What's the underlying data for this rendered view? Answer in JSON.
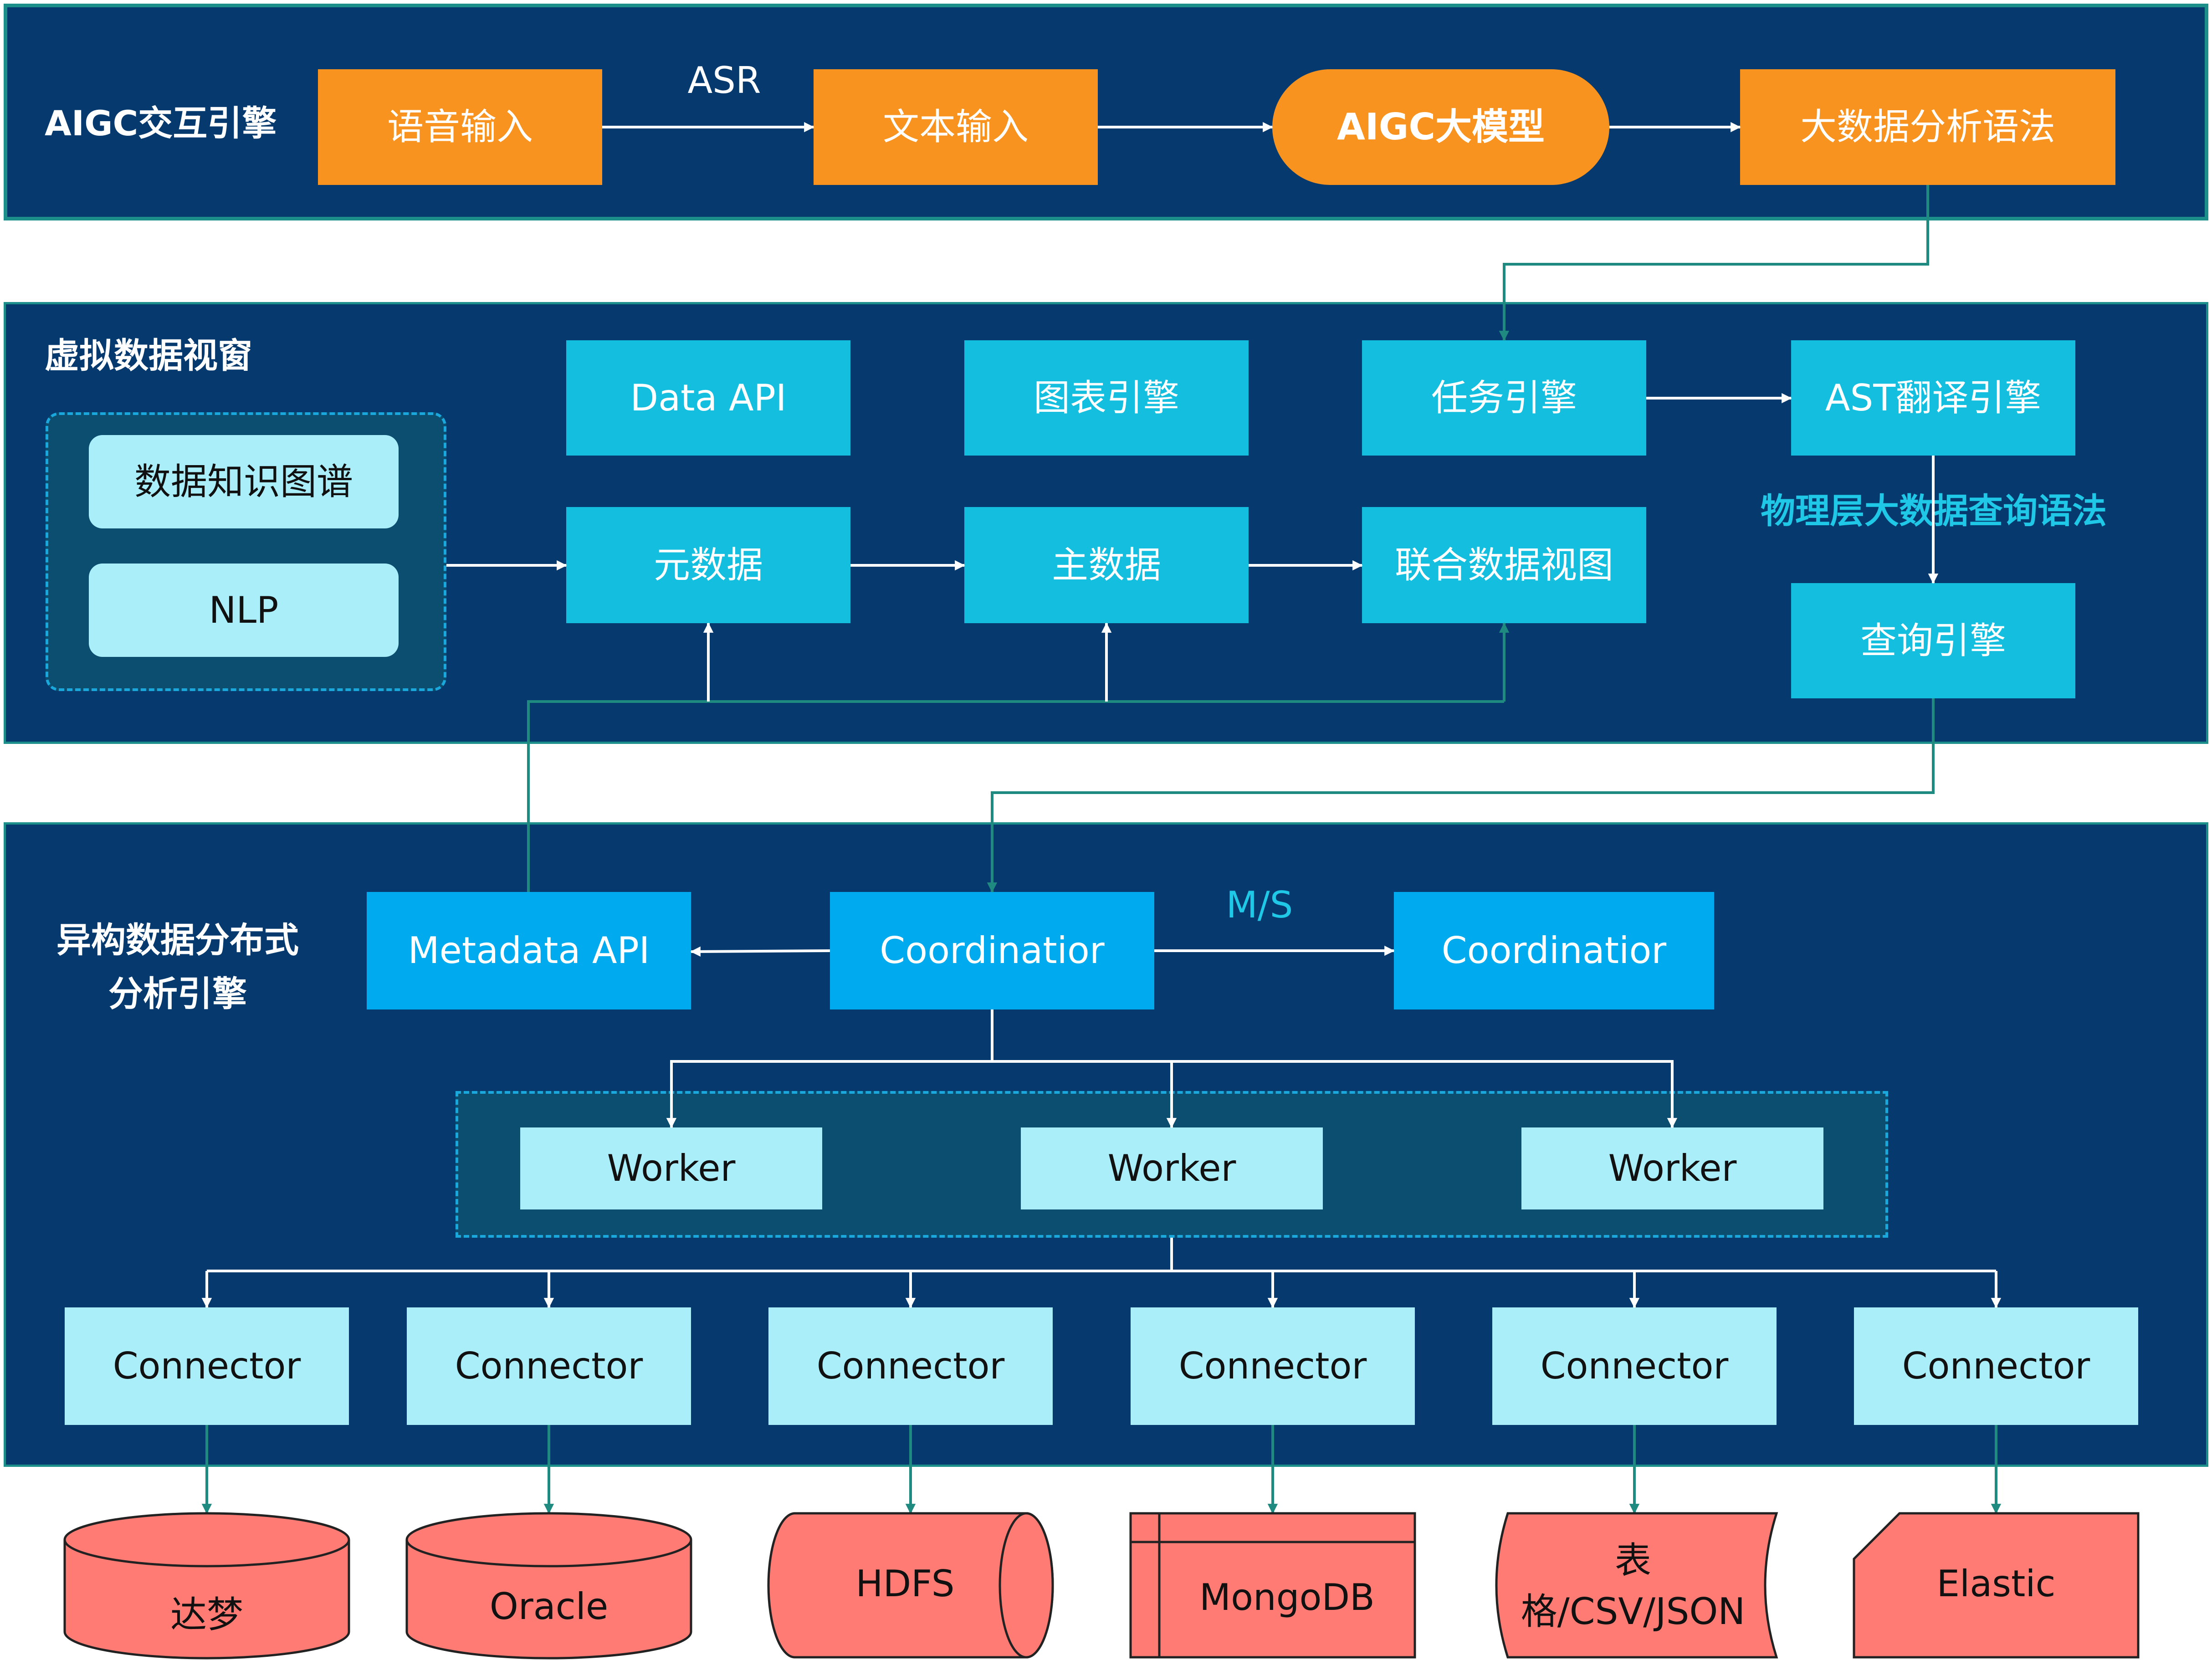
{
  "layers": {
    "aigc": {
      "title": "AIGC交互引擎"
    },
    "virtual": {
      "title": "虚拟数据视窗"
    },
    "distributed": {
      "title_line1": "异构数据分布式",
      "title_line2": "分析引擎"
    }
  },
  "aigc_flow": {
    "voice_input": "语音输入",
    "asr_label": "ASR",
    "text_input": "文本输入",
    "model": "AIGC大模型",
    "bigdata_syntax": "大数据分析语法"
  },
  "virtual_view": {
    "data_api": "Data API",
    "chart_engine": "图表引擎",
    "task_engine": "任务引擎",
    "ast_engine": "AST翻译引擎",
    "knowledge_graph": "数据知识图谱",
    "nlp": "NLP",
    "metadata": "元数据",
    "master_data": "主数据",
    "federated_view": "联合数据视图",
    "physical_syntax": "物理层大数据查询语法",
    "query_engine": "查询引擎"
  },
  "engine": {
    "metadata_api": "Metadata API",
    "coordinator_main": "Coordinatior",
    "ms_label": "M/S",
    "coordinator_standby": "Coordinatior",
    "workers": [
      "Worker",
      "Worker",
      "Worker"
    ],
    "connectors": [
      "Connector",
      "Connector",
      "Connector",
      "Connector",
      "Connector",
      "Connector"
    ]
  },
  "sources": [
    "达梦",
    "Oracle",
    "HDFS",
    "MongoDB",
    "表格/CSV/JSON",
    "Elastic"
  ],
  "colors": {
    "layer_bg": "#063a6e",
    "orange": "#f7931e",
    "cyan": "#13bede",
    "blue": "#00aaee",
    "light": "#aaeefa",
    "salmon": "#ff7b73",
    "teal_line": "#1f8a80"
  }
}
